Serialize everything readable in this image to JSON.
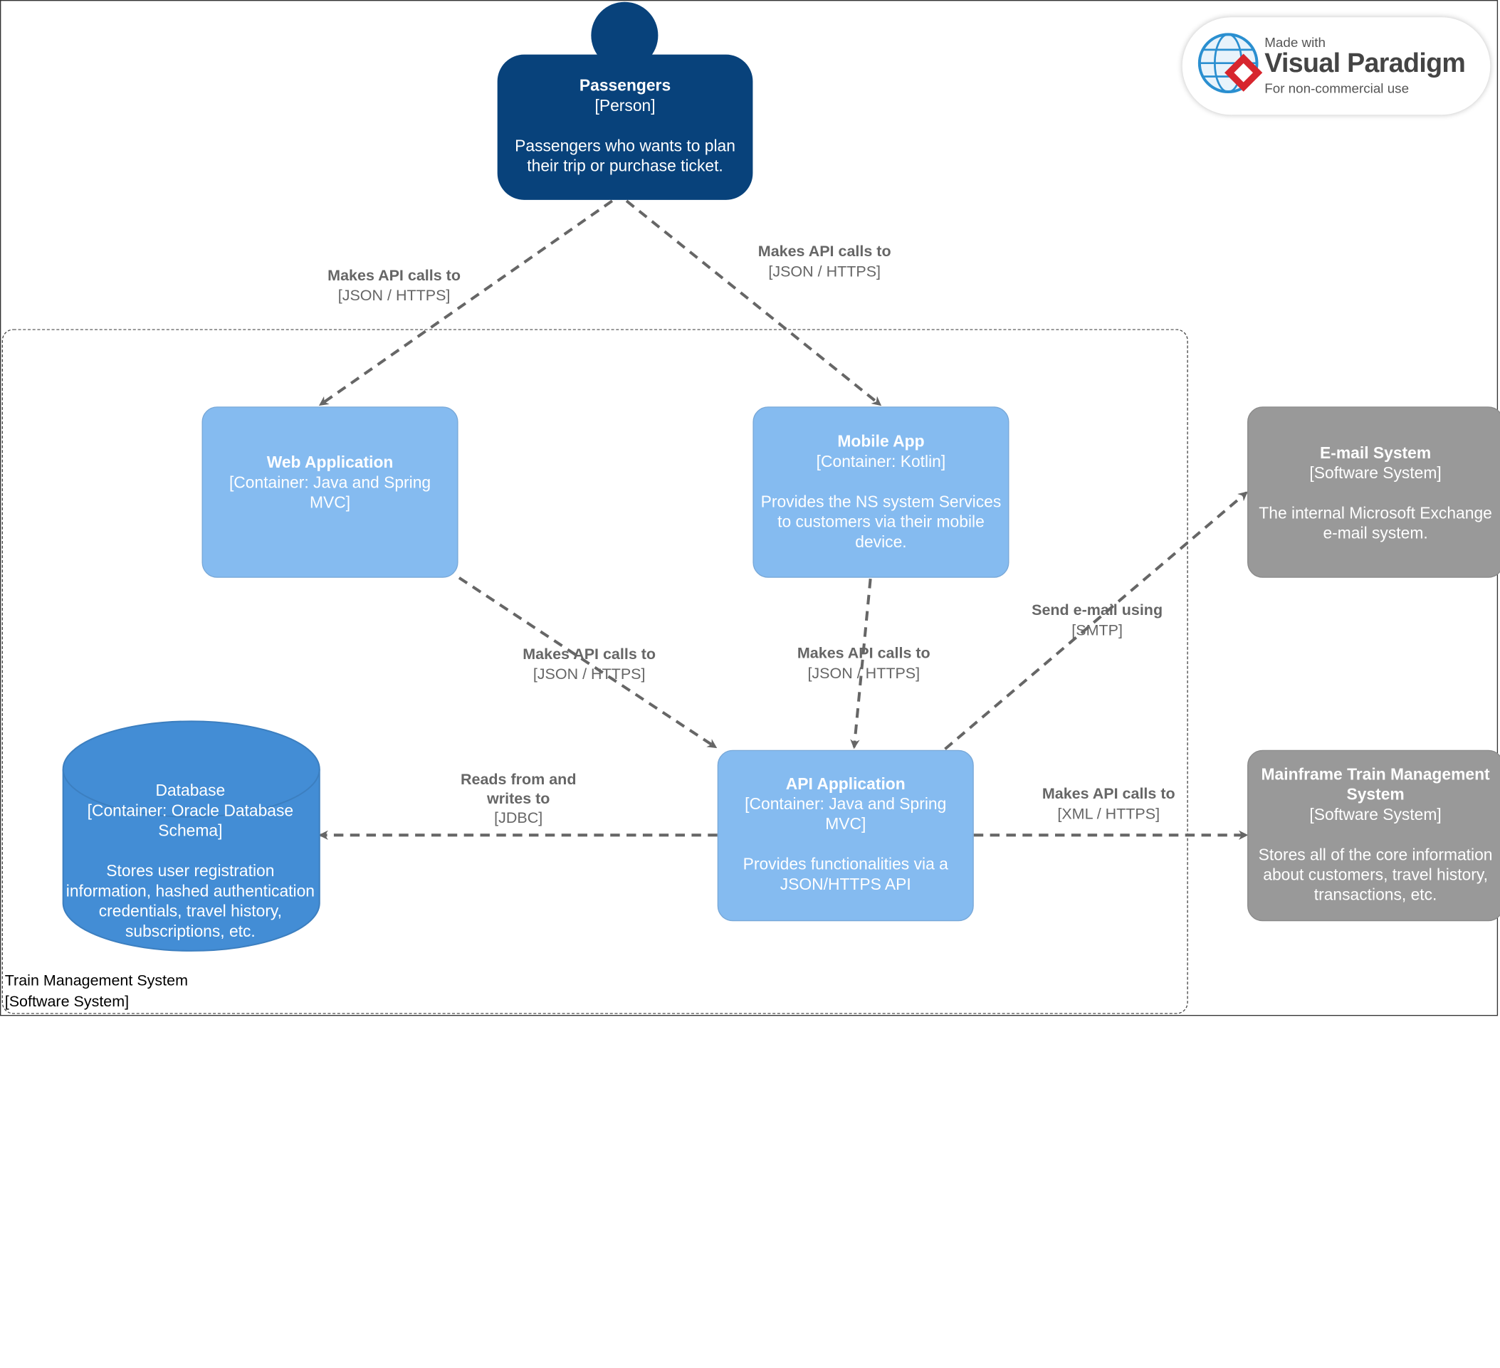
{
  "logo": {
    "made_with": "Made with",
    "brand": "Visual Paradigm",
    "note": "For non-commercial use"
  },
  "boundary": {
    "name": "Train Management System",
    "type": "[Software System]"
  },
  "nodes": {
    "passengers": {
      "title": "Passengers",
      "type": "[Person]",
      "description": "Passengers who wants to plan their trip or purchase ticket."
    },
    "web_app": {
      "title": "Web Application",
      "type": "[Container: Java and Spring MVC]"
    },
    "mobile_app": {
      "title": "Mobile App",
      "type": "[Container: Kotlin]",
      "description": "Provides the NS system Services to customers via their mobile device."
    },
    "api_app": {
      "title": "API Application",
      "type": "[Container: Java and Spring MVC]",
      "description": "Provides functionalities via a JSON/HTTPS API"
    },
    "database": {
      "title": "Database",
      "type": "[Container: Oracle Database Schema]",
      "description": "Stores user registration information, hashed authentication credentials, travel history, subscriptions, etc."
    },
    "email": {
      "title": "E-mail System",
      "type": "[Software System]",
      "description": "The internal Microsoft Exchange e-mail system."
    },
    "mainframe": {
      "title": "Mainframe Train Management System",
      "type": "[Software System]",
      "description": "Stores all of the core information about customers, travel history, transactions, etc."
    }
  },
  "edges": {
    "pass_web": {
      "label": "Makes API calls to",
      "tech": "[JSON / HTTPS]"
    },
    "pass_mobile": {
      "label": "Makes API calls to",
      "tech": "[JSON / HTTPS]"
    },
    "web_api": {
      "label": "Makes API calls to",
      "tech": "[JSON / HTTPS]"
    },
    "mobile_api": {
      "label": "Makes API calls to",
      "tech": "[JSON / HTTPS]"
    },
    "api_email": {
      "label": "Send e-mail using",
      "tech": "[SMTP]"
    },
    "api_db": {
      "label": "Reads from and writes to",
      "tech": "[JDBC]"
    },
    "api_mainframe": {
      "label": "Makes API calls to",
      "tech": "[XML / HTTPS]"
    }
  },
  "colors": {
    "person": "#08427b",
    "container": "#85bbf0",
    "database": "#438dd5",
    "external": "#999999",
    "edge": "#666666"
  }
}
